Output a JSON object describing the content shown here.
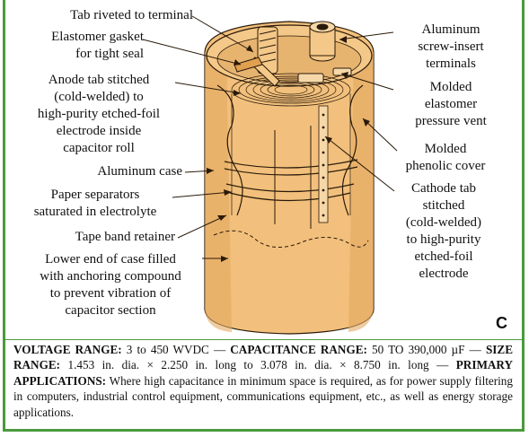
{
  "colors": {
    "frame": "#4a9a3c",
    "case_fill": "#f2c07c",
    "case_shade": "#e2a860",
    "line": "#2a1a0a"
  },
  "labels": {
    "tab_riveted": "Tab riveted to terminal",
    "gasket": [
      "Elastomer gasket",
      "for tight seal"
    ],
    "anode_tab": [
      "Anode tab stitched",
      "(cold-welded) to",
      "high-purity etched-foil",
      "electrode inside",
      "capacitor roll"
    ],
    "aluminum_case": "Aluminum case",
    "paper_separators": [
      "Paper separators",
      "saturated in electrolyte"
    ],
    "tape_band": "Tape band retainer",
    "lower_end": [
      "Lower end of case filled",
      "with anchoring compound",
      "to prevent vibration of",
      "capacitor section"
    ],
    "screw_terminals": [
      "Aluminum",
      "screw-insert",
      "terminals"
    ],
    "pressure_vent": [
      "Molded",
      "elastomer",
      "pressure vent"
    ],
    "phenolic_cover": [
      "Molded",
      "phenolic cover"
    ],
    "cathode_tab": [
      "Cathode tab",
      "stitched",
      "(cold-welded)",
      "to high-purity",
      "etched-foil",
      "electrode"
    ]
  },
  "panel_letter": "C",
  "specs": {
    "voltage_label": "VOLTAGE RANGE:",
    "voltage_value": " 3 to 450 WVDC — ",
    "capacitance_label": "CAPACITANCE RANGE:",
    "capacitance_value": " 50 TO 390,000 µF — ",
    "size_label": "SIZE RANGE:",
    "size_value": " 1.453 in. dia. × 2.250 in. long to 3.078 in. dia. × 8.750 in. long — ",
    "applications_label": "PRIMARY APPLICATIONS:",
    "applications_value": " Where high capacitance in minimum space is required, as for power supply filtering in computers, industrial control equipment, communications equipment, etc., as well as energy storage applications."
  }
}
